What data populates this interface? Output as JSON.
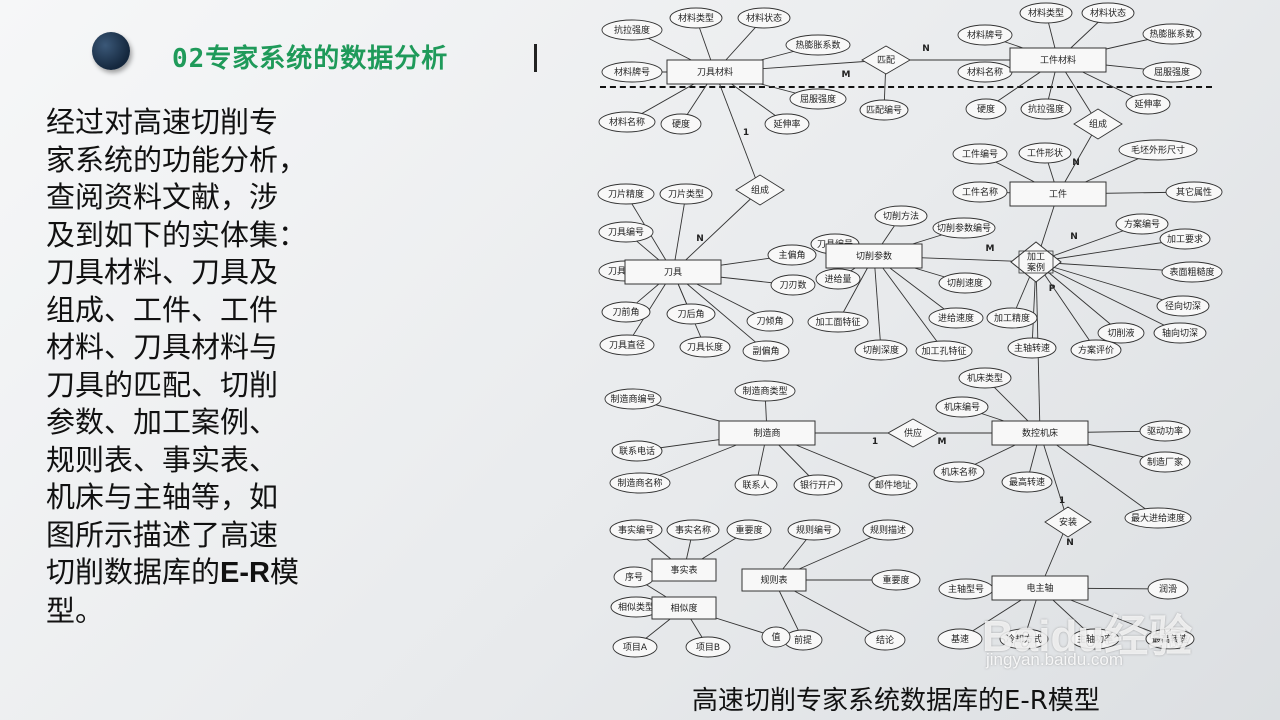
{
  "heading": "02专家系统的数据分析",
  "description": [
    "经过对高速切削专",
    "家系统的功能分析，",
    "查阅资料文献，涉",
    "及到如下的实体集：",
    "刀具材料、刀具及",
    "组成、工件、工件",
    "材料、刀具材料与",
    "刀具的匹配、切削",
    "参数、加工案例、",
    "规则表、事实表、",
    "机床与主轴等，如",
    "图所示描述了高速",
    "切削数据库的",
    "E-R",
    "模",
    "型。"
  ],
  "caption": "高速切削专家系统数据库的E-R模型",
  "watermark": {
    "logo": "Baidu经验",
    "url": "jingyan.baidu.com"
  },
  "colors": {
    "heading": "#1f9a5a",
    "bullet": "#1a2f4a",
    "ink": "#111111"
  },
  "diagram": {
    "entities": [
      {
        "id": "tm",
        "label": "刀具材料"
      },
      {
        "id": "wm",
        "label": "工件材料"
      },
      {
        "id": "wp",
        "label": "工件"
      },
      {
        "id": "tool",
        "label": "刀具"
      },
      {
        "id": "cp",
        "label": "切削参数"
      },
      {
        "id": "case",
        "label": "加工\n案例"
      },
      {
        "id": "mfr",
        "label": "制造商"
      },
      {
        "id": "mt",
        "label": "数控机床"
      },
      {
        "id": "fact",
        "label": "事实表"
      },
      {
        "id": "rule",
        "label": "规则表"
      },
      {
        "id": "rel",
        "label": "相似度"
      },
      {
        "id": "sp",
        "label": "电主轴"
      }
    ],
    "relationships": [
      {
        "id": "match",
        "label": "匹配"
      },
      {
        "id": "compose_w",
        "label": "组成"
      },
      {
        "id": "compose_t",
        "label": "组成"
      },
      {
        "id": "supply",
        "label": "供应"
      },
      {
        "id": "install",
        "label": "安装"
      }
    ],
    "attributes": [
      {
        "id": "a1",
        "label": "抗拉强度"
      },
      {
        "id": "a2",
        "label": "材料类型"
      },
      {
        "id": "a3",
        "label": "材料状态"
      },
      {
        "id": "a4",
        "label": "热膨胀系数"
      },
      {
        "id": "a5",
        "label": "材料牌号"
      },
      {
        "id": "a6",
        "label": "屈服强度"
      },
      {
        "id": "a7",
        "label": "材料名称"
      },
      {
        "id": "a8",
        "label": "硬度"
      },
      {
        "id": "a9",
        "label": "延伸率"
      },
      {
        "id": "a10",
        "label": "匹配编号"
      },
      {
        "id": "b1",
        "label": "材料类型"
      },
      {
        "id": "b2",
        "label": "材料状态"
      },
      {
        "id": "b3",
        "label": "材料牌号"
      },
      {
        "id": "b4",
        "label": "热膨胀系数"
      },
      {
        "id": "b5",
        "label": "材料名称"
      },
      {
        "id": "b6",
        "label": "屈服强度"
      },
      {
        "id": "b7",
        "label": "硬度"
      },
      {
        "id": "b8",
        "label": "抗拉强度"
      },
      {
        "id": "b9",
        "label": "延伸率"
      },
      {
        "id": "c1",
        "label": "工件编号"
      },
      {
        "id": "c2",
        "label": "工件形状"
      },
      {
        "id": "c3",
        "label": "毛坯外形尺寸"
      },
      {
        "id": "c4",
        "label": "工件名称"
      },
      {
        "id": "c5",
        "label": "其它属性"
      },
      {
        "id": "d1",
        "label": "刀片精度"
      },
      {
        "id": "d2",
        "label": "刀片类型"
      },
      {
        "id": "d3",
        "label": "刀具编号"
      },
      {
        "id": "d4",
        "label": "刀具型号"
      },
      {
        "id": "d5",
        "label": "主偏角"
      },
      {
        "id": "d6",
        "label": "刀刃数"
      },
      {
        "id": "d7",
        "label": "刀前角"
      },
      {
        "id": "d8",
        "label": "刀后角"
      },
      {
        "id": "d9",
        "label": "刀倾角"
      },
      {
        "id": "d10",
        "label": "刀具直径"
      },
      {
        "id": "d11",
        "label": "刀具长度"
      },
      {
        "id": "d12",
        "label": "副偏角"
      },
      {
        "id": "e1",
        "label": "切削方法"
      },
      {
        "id": "e2",
        "label": "切削参数编号"
      },
      {
        "id": "e3",
        "label": "刀具编号"
      },
      {
        "id": "e4",
        "label": "进给量"
      },
      {
        "id": "e5",
        "label": "切削速度"
      },
      {
        "id": "e6",
        "label": "加工面特征"
      },
      {
        "id": "e7",
        "label": "进给速度"
      },
      {
        "id": "e8",
        "label": "切削深度"
      },
      {
        "id": "e9",
        "label": "加工孔特征"
      },
      {
        "id": "f1",
        "label": "方案编号"
      },
      {
        "id": "f2",
        "label": "加工要求"
      },
      {
        "id": "f3",
        "label": "表面粗糙度"
      },
      {
        "id": "f4",
        "label": "径向切深"
      },
      {
        "id": "f5",
        "label": "切削液"
      },
      {
        "id": "f6",
        "label": "轴向切深"
      },
      {
        "id": "f7",
        "label": "加工精度"
      },
      {
        "id": "f8",
        "label": "主轴转速"
      },
      {
        "id": "f9",
        "label": "方案评价"
      },
      {
        "id": "g1",
        "label": "制造商编号"
      },
      {
        "id": "g2",
        "label": "制造商类型"
      },
      {
        "id": "g3",
        "label": "联系电话"
      },
      {
        "id": "g4",
        "label": "制造商名称"
      },
      {
        "id": "g5",
        "label": "联系人"
      },
      {
        "id": "g6",
        "label": "银行开户"
      },
      {
        "id": "g7",
        "label": "邮件地址"
      },
      {
        "id": "h1",
        "label": "机床类型"
      },
      {
        "id": "h2",
        "label": "机床编号"
      },
      {
        "id": "h3",
        "label": "驱动功率"
      },
      {
        "id": "h4",
        "label": "机床名称"
      },
      {
        "id": "h5",
        "label": "最高转速"
      },
      {
        "id": "h6",
        "label": "制造厂家"
      },
      {
        "id": "h7",
        "label": "最大进给速度"
      },
      {
        "id": "i1",
        "label": "事实编号"
      },
      {
        "id": "i2",
        "label": "事实名称"
      },
      {
        "id": "i3",
        "label": "重要度"
      },
      {
        "id": "j1",
        "label": "规则编号"
      },
      {
        "id": "j2",
        "label": "规则描述"
      },
      {
        "id": "j3",
        "label": "重要度"
      },
      {
        "id": "j4",
        "label": "前提"
      },
      {
        "id": "j5",
        "label": "结论"
      },
      {
        "id": "k1",
        "label": "序号"
      },
      {
        "id": "k2",
        "label": "相似类型"
      },
      {
        "id": "k3",
        "label": "项目A"
      },
      {
        "id": "k4",
        "label": "项目B"
      },
      {
        "id": "k5",
        "label": "值"
      },
      {
        "id": "l1",
        "label": "主轴型号"
      },
      {
        "id": "l2",
        "label": "润滑"
      },
      {
        "id": "l3",
        "label": "基速"
      },
      {
        "id": "l4",
        "label": "冷却方式"
      },
      {
        "id": "l5",
        "label": "主轴功率"
      },
      {
        "id": "l6",
        "label": "最高转速"
      }
    ],
    "cardinalities": [
      {
        "id": "m1",
        "label": "N"
      },
      {
        "id": "m2",
        "label": "M"
      },
      {
        "id": "m3",
        "label": "1"
      },
      {
        "id": "m4",
        "label": "N"
      },
      {
        "id": "m5",
        "label": "N"
      },
      {
        "id": "m6",
        "label": "N"
      },
      {
        "id": "m7",
        "label": "M"
      },
      {
        "id": "m8",
        "label": "P"
      },
      {
        "id": "m9",
        "label": "1"
      },
      {
        "id": "m10",
        "label": "M"
      },
      {
        "id": "m11",
        "label": "1"
      },
      {
        "id": "m12",
        "label": "N"
      }
    ]
  }
}
